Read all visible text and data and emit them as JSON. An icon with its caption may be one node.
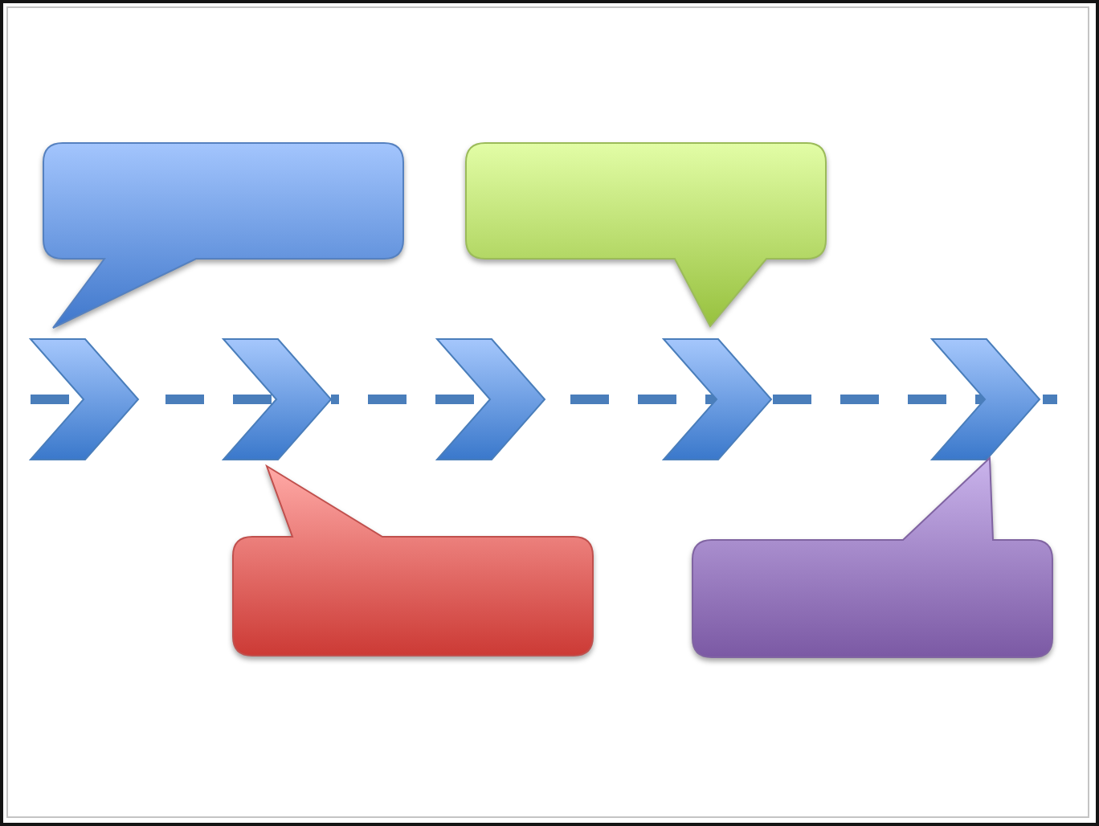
{
  "diagram": {
    "nodes": [
      {
        "text": [],
        "shape": "callout"
      },
      {
        "text": [],
        "shape": "callout"
      },
      {
        "text": [],
        "shape": "chevron"
      },
      {
        "text": [],
        "shape": "chevron"
      },
      {
        "text": [],
        "shape": "chevron"
      },
      {
        "text": [],
        "shape": "chevron"
      },
      {
        "text": [],
        "shape": "chevron"
      },
      {
        "text": [],
        "shape": "callout"
      },
      {
        "text": [],
        "shape": "callout"
      }
    ],
    "edges": [
      {
        "from": null,
        "to": 2,
        "arrow": "none",
        "style": "dashed"
      },
      {
        "from": 2,
        "to": 3,
        "arrow": "none",
        "style": "dashed"
      },
      {
        "from": 3,
        "to": 4,
        "arrow": "none",
        "style": "dashed"
      },
      {
        "from": 4,
        "to": 5,
        "arrow": "none",
        "style": "dashed"
      },
      {
        "from": 5,
        "to": 6,
        "arrow": "none",
        "style": "dashed"
      },
      {
        "from": 6,
        "to": null,
        "arrow": "none",
        "style": "dashed"
      }
    ]
  }
}
